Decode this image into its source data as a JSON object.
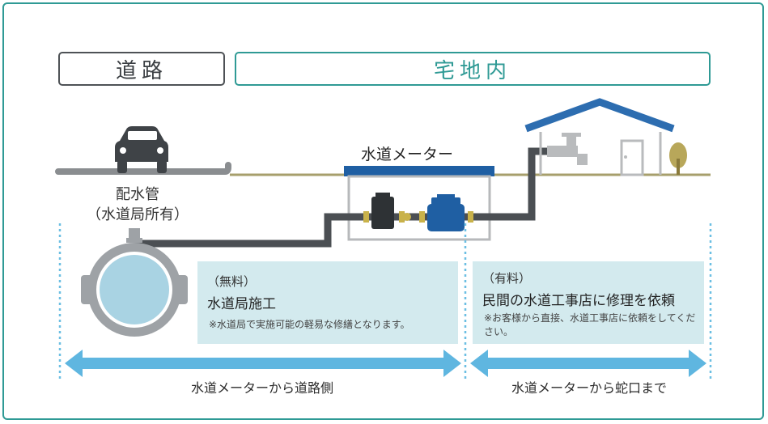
{
  "labels": {
    "road": "道路",
    "property": "宅地内",
    "water_meter": "水道メーター",
    "water_main_line1": "配水管",
    "water_main_line2": "（水道局所有）"
  },
  "free_section": {
    "subtitle": "（無料）",
    "title": "水道局施工",
    "note": "※水道局で実施可能の軽易な修繕となります。"
  },
  "paid_section": {
    "subtitle": "（有料）",
    "title": "民間の水道工事店に修理を依頼",
    "note": "※お客様から直接、水道工事店に依頼をしてください。"
  },
  "ranges": {
    "left": "水道メーターから道路側",
    "right": "水道メーターから蛇口まで"
  },
  "colors": {
    "frame": "#2f9a95",
    "pipe": "#4b4f53",
    "meter_blue": "#1f5fa3",
    "panel": "#d3eaee",
    "arrow": "#5fb6e0",
    "roof": "#2d6db0",
    "ground": "#a79f6c"
  },
  "icons": [
    "car-icon",
    "house-icon",
    "faucet-icon",
    "door-icon",
    "tree-icon",
    "valve-icon",
    "pipe-cross-section-icon"
  ]
}
